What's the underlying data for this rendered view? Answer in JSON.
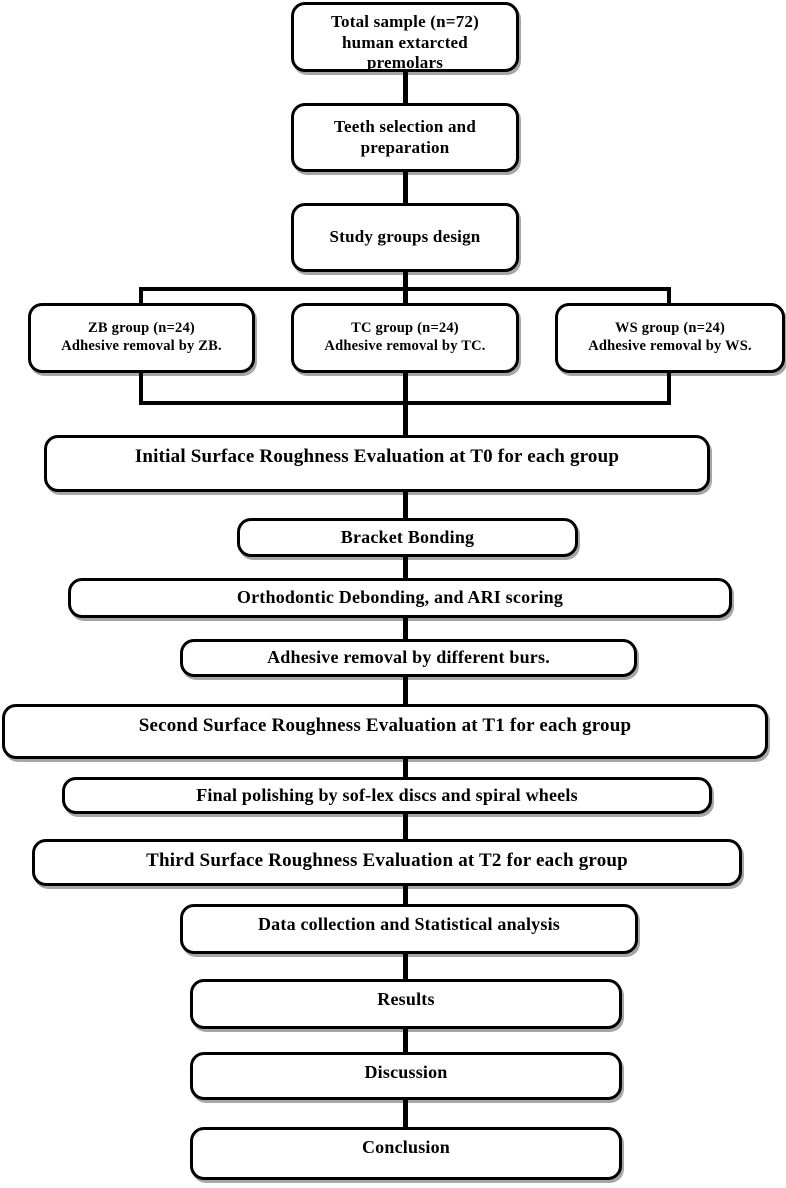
{
  "diagram": {
    "title": "Study flowchart",
    "line_color": "#000000",
    "box_border_color": "#000000",
    "background": "#ffffff",
    "nodes": [
      {
        "id": "total-sample",
        "text": "Total sample (n=72)\nhuman  extarcted\npremolars"
      },
      {
        "id": "teeth-selection",
        "text": "Teeth selection and\npreparation"
      },
      {
        "id": "study-groups",
        "text": "Study  groups  design"
      },
      {
        "id": "zb-group",
        "text": "ZB group (n=24)\nAdhesive removal by ZB."
      },
      {
        "id": "tc-group",
        "text": "TC group (n=24)\nAdhesive removal by TC."
      },
      {
        "id": "ws-group",
        "text": "WS group  (n=24)\nAdhesive removal by WS."
      },
      {
        "id": "initial-roughness",
        "text": "Initial Surface Roughness Evaluation at T0 for each group"
      },
      {
        "id": "bracket-bonding",
        "text": "Bracket Bonding"
      },
      {
        "id": "debonding-ari",
        "text": "Orthodontic Debonding, and ARI scoring"
      },
      {
        "id": "adhesive-removal",
        "text": "Adhesive removal by different burs."
      },
      {
        "id": "second-roughness",
        "text": "Second Surface Roughness Evaluation at T1 for each group"
      },
      {
        "id": "final-polishing",
        "text": "Final polishing by sof-lex discs and spiral wheels"
      },
      {
        "id": "third-roughness",
        "text": "Third Surface Roughness Evaluation at T2 for each group"
      },
      {
        "id": "data-collection",
        "text": "Data collection and Statistical analysis"
      },
      {
        "id": "results",
        "text": "Results"
      },
      {
        "id": "discussion",
        "text": "Discussion"
      },
      {
        "id": "conclusion",
        "text": "Conclusion"
      }
    ]
  }
}
